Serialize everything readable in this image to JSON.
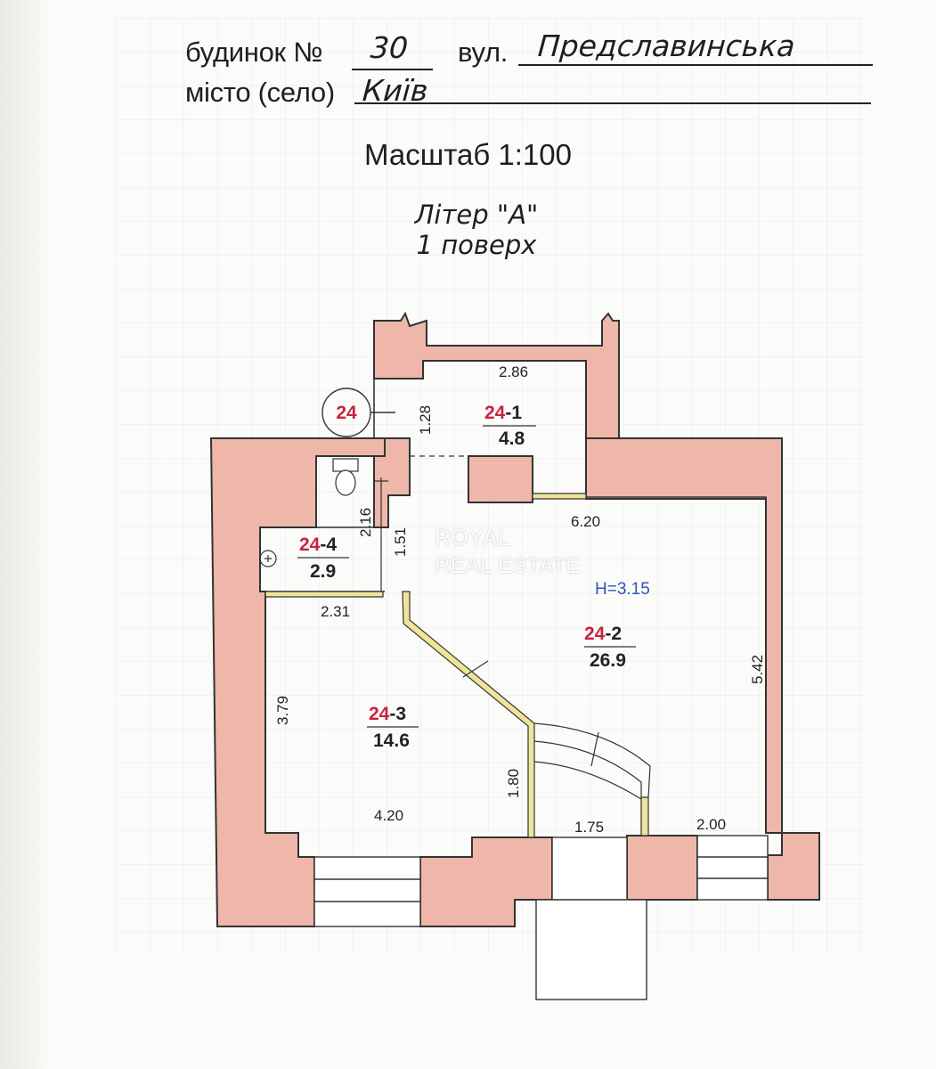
{
  "header": {
    "house_label": "будинок №",
    "house_number": "30",
    "street_label": "вул.",
    "street_name": "Предславинська",
    "city_label": "місто (село)",
    "city_name": "Київ"
  },
  "scale": "Масштаб 1:100",
  "title": {
    "liter": "Літер \"А\"",
    "floor": "1 поверх"
  },
  "plan": {
    "apartment_number": "24",
    "rooms": [
      {
        "id_prefix": "24",
        "id_suffix": "-1",
        "area": "4.8"
      },
      {
        "id_prefix": "24",
        "id_suffix": "-2",
        "area": "26.9"
      },
      {
        "id_prefix": "24",
        "id_suffix": "-3",
        "area": "14.6"
      },
      {
        "id_prefix": "24",
        "id_suffix": "-4",
        "area": "2.9"
      }
    ],
    "height": "H=3.15",
    "dimensions": {
      "d_2_86": "2.86",
      "d_1_28": "1.28",
      "d_6_20": "6.20",
      "d_2_16": "2.16",
      "d_1_51": "1.51",
      "d_2_31": "2.31",
      "d_3_79": "3.79",
      "d_5_42": "5.42",
      "d_1_80": "1.80",
      "d_4_20": "4.20",
      "d_1_75": "1.75",
      "d_2_00": "2.00"
    },
    "colors": {
      "wall": "#eeb7a9",
      "partition": "#efe59a",
      "outline": "#333333",
      "room_id": "#c9233f",
      "height_text": "#2b57b8"
    }
  },
  "watermark": {
    "brand": "ROYAL",
    "tagline": "REAL ESTATE"
  }
}
